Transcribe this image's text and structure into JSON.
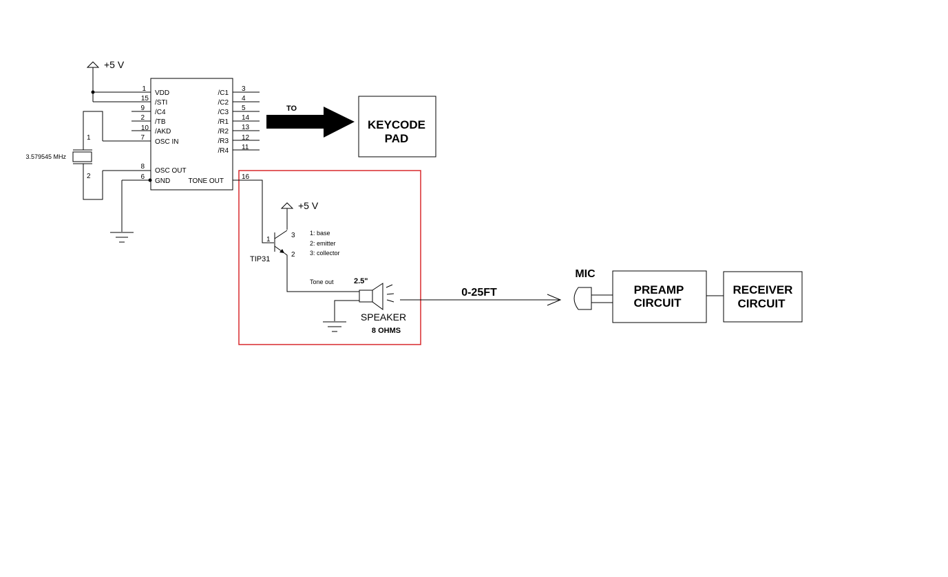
{
  "ic": {
    "left_pins": [
      {
        "num": "1",
        "label": "VDD"
      },
      {
        "num": "15",
        "label": "/STI"
      },
      {
        "num": "9",
        "label": "/C4"
      },
      {
        "num": "2",
        "label": "/TB"
      },
      {
        "num": "10",
        "label": "/AKD"
      },
      {
        "num": "7",
        "label": "OSC IN"
      },
      {
        "num": "8",
        "label": "OSC OUT"
      },
      {
        "num": "6",
        "label": "GND"
      }
    ],
    "right_pins": [
      {
        "num": "3",
        "label": "/C1"
      },
      {
        "num": "4",
        "label": "/C2"
      },
      {
        "num": "5",
        "label": "/C3"
      },
      {
        "num": "14",
        "label": "/R1"
      },
      {
        "num": "13",
        "label": "/R2"
      },
      {
        "num": "12",
        "label": "/R3"
      },
      {
        "num": "11",
        "label": "/R4"
      }
    ],
    "tone_out": {
      "num": "16",
      "label": "TONE OUT"
    }
  },
  "supply_top": "+5 V",
  "crystal": {
    "freq": "3.579545 MHz",
    "pin1": "1",
    "pin2": "2"
  },
  "arrow_label": "TO",
  "keycode_pad": {
    "line1": "KEYCODE",
    "line2": "PAD"
  },
  "transistor": {
    "name": "TIP31",
    "supply": "+5 V",
    "pin_base": "1",
    "pin_emitter": "2",
    "pin_collector": "3",
    "legend": [
      "1: base",
      "2: emitter",
      "3: collector"
    ]
  },
  "speaker": {
    "tone_label": "Tone out",
    "size": "2.5\"",
    "name": "SPEAKER",
    "ohms": "8 OHMS"
  },
  "distance_label": "0-25FT",
  "mic_label": "MIC",
  "preamp": {
    "line1": "PREAMP",
    "line2": "CIRCUIT"
  },
  "receiver": {
    "line1": "RECEIVER",
    "line2": "CIRCUIT"
  },
  "colors": {
    "highlight": "#d8282c",
    "line": "#000000"
  }
}
